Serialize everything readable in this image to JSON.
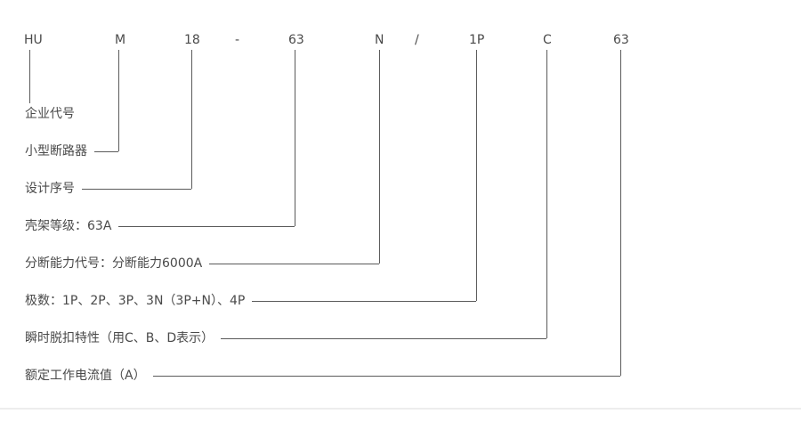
{
  "codes": [
    "HU",
    "M",
    "18",
    "-",
    "63",
    "N",
    "/",
    "1P",
    "C",
    "63"
  ],
  "labels": [
    "企业代号",
    "小型断路器",
    "设计序号",
    "壳架等级：63A",
    "分断能力代号：分断能力6000A",
    "极数：1P、2P、3P、3N（3P+N）、4P",
    "瞬时脱扣特性（用C、B、D表示）",
    "额定工作电流值（A）"
  ]
}
